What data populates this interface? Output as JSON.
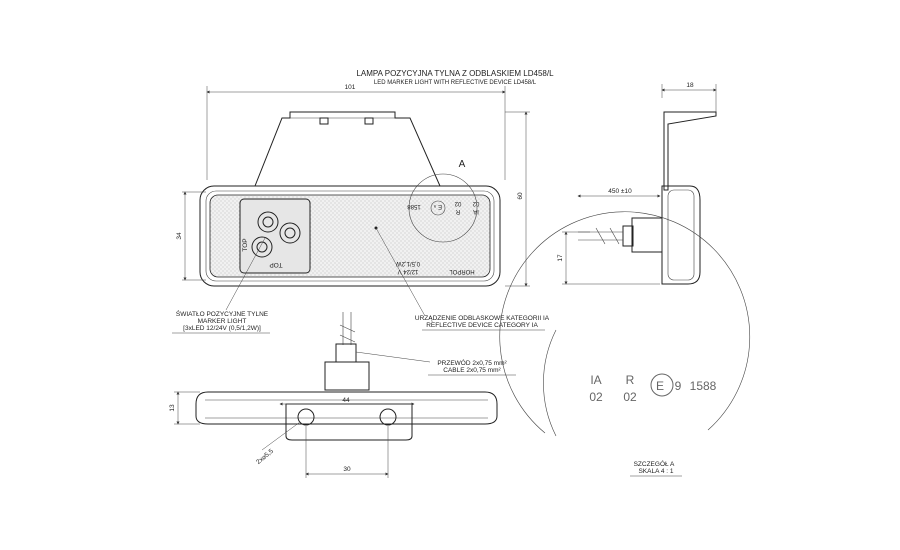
{
  "title": {
    "pl": "LAMPA POZYCYJNA TYLNA Z ODBLASKIEM LD458/L",
    "en": "LED MARKER LIGHT WITH REFLECTIVE DEVICE LD458/L"
  },
  "dimensions": {
    "width": "101",
    "side_width": "18",
    "height": "60",
    "inner_height": "34",
    "cable_length": "450 ±10",
    "side_height": "17",
    "depth": "13",
    "bottom_width": "44",
    "hole_spacing": "30",
    "holes": "2x⌀5,5"
  },
  "detail_marker": "A",
  "labels": {
    "marker_light": [
      "ŚWIATŁO POZYCYJNE TYLNE",
      "MARKER LIGHT",
      "[3xLED 12/24V (0,5/1,2W)]"
    ],
    "reflective": [
      "URZĄDZENIE ODBLASKOWE KATEGORII IA",
      "REFLECTIVE DEVICE CATEGORY IA"
    ],
    "cable": [
      "PRZEWÓD 2x0,75 mm²",
      "CABLE 2x0,75 mm²"
    ],
    "detail": [
      "SZCZEGÓŁ A",
      "SKALA 4 : 1"
    ]
  },
  "lamp_marks": {
    "top": "TOP",
    "voltage": "12/24 V",
    "power": "0,5/1,2W",
    "brand": "HORPOL"
  },
  "approval": {
    "class_top": "IA",
    "class_bottom": "02",
    "r_top": "R",
    "r_bottom": "02",
    "e_mark": "E",
    "e_number": "9",
    "approval_number": "1588"
  }
}
